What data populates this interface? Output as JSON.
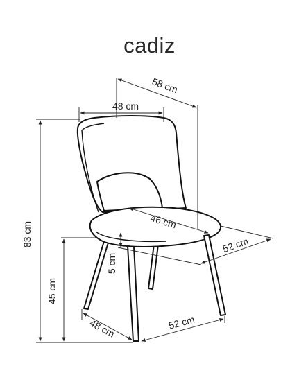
{
  "product": {
    "name": "cadiz"
  },
  "dimensions": {
    "total_height": "83 cm",
    "seat_height": "45 cm",
    "seat_thickness": "5 cm",
    "backrest_width": "48 cm",
    "overall_depth": "58 cm",
    "seat_depth": "46 cm",
    "seat_width": "52 cm",
    "base_depth": "48 cm",
    "base_width": "52 cm"
  }
}
